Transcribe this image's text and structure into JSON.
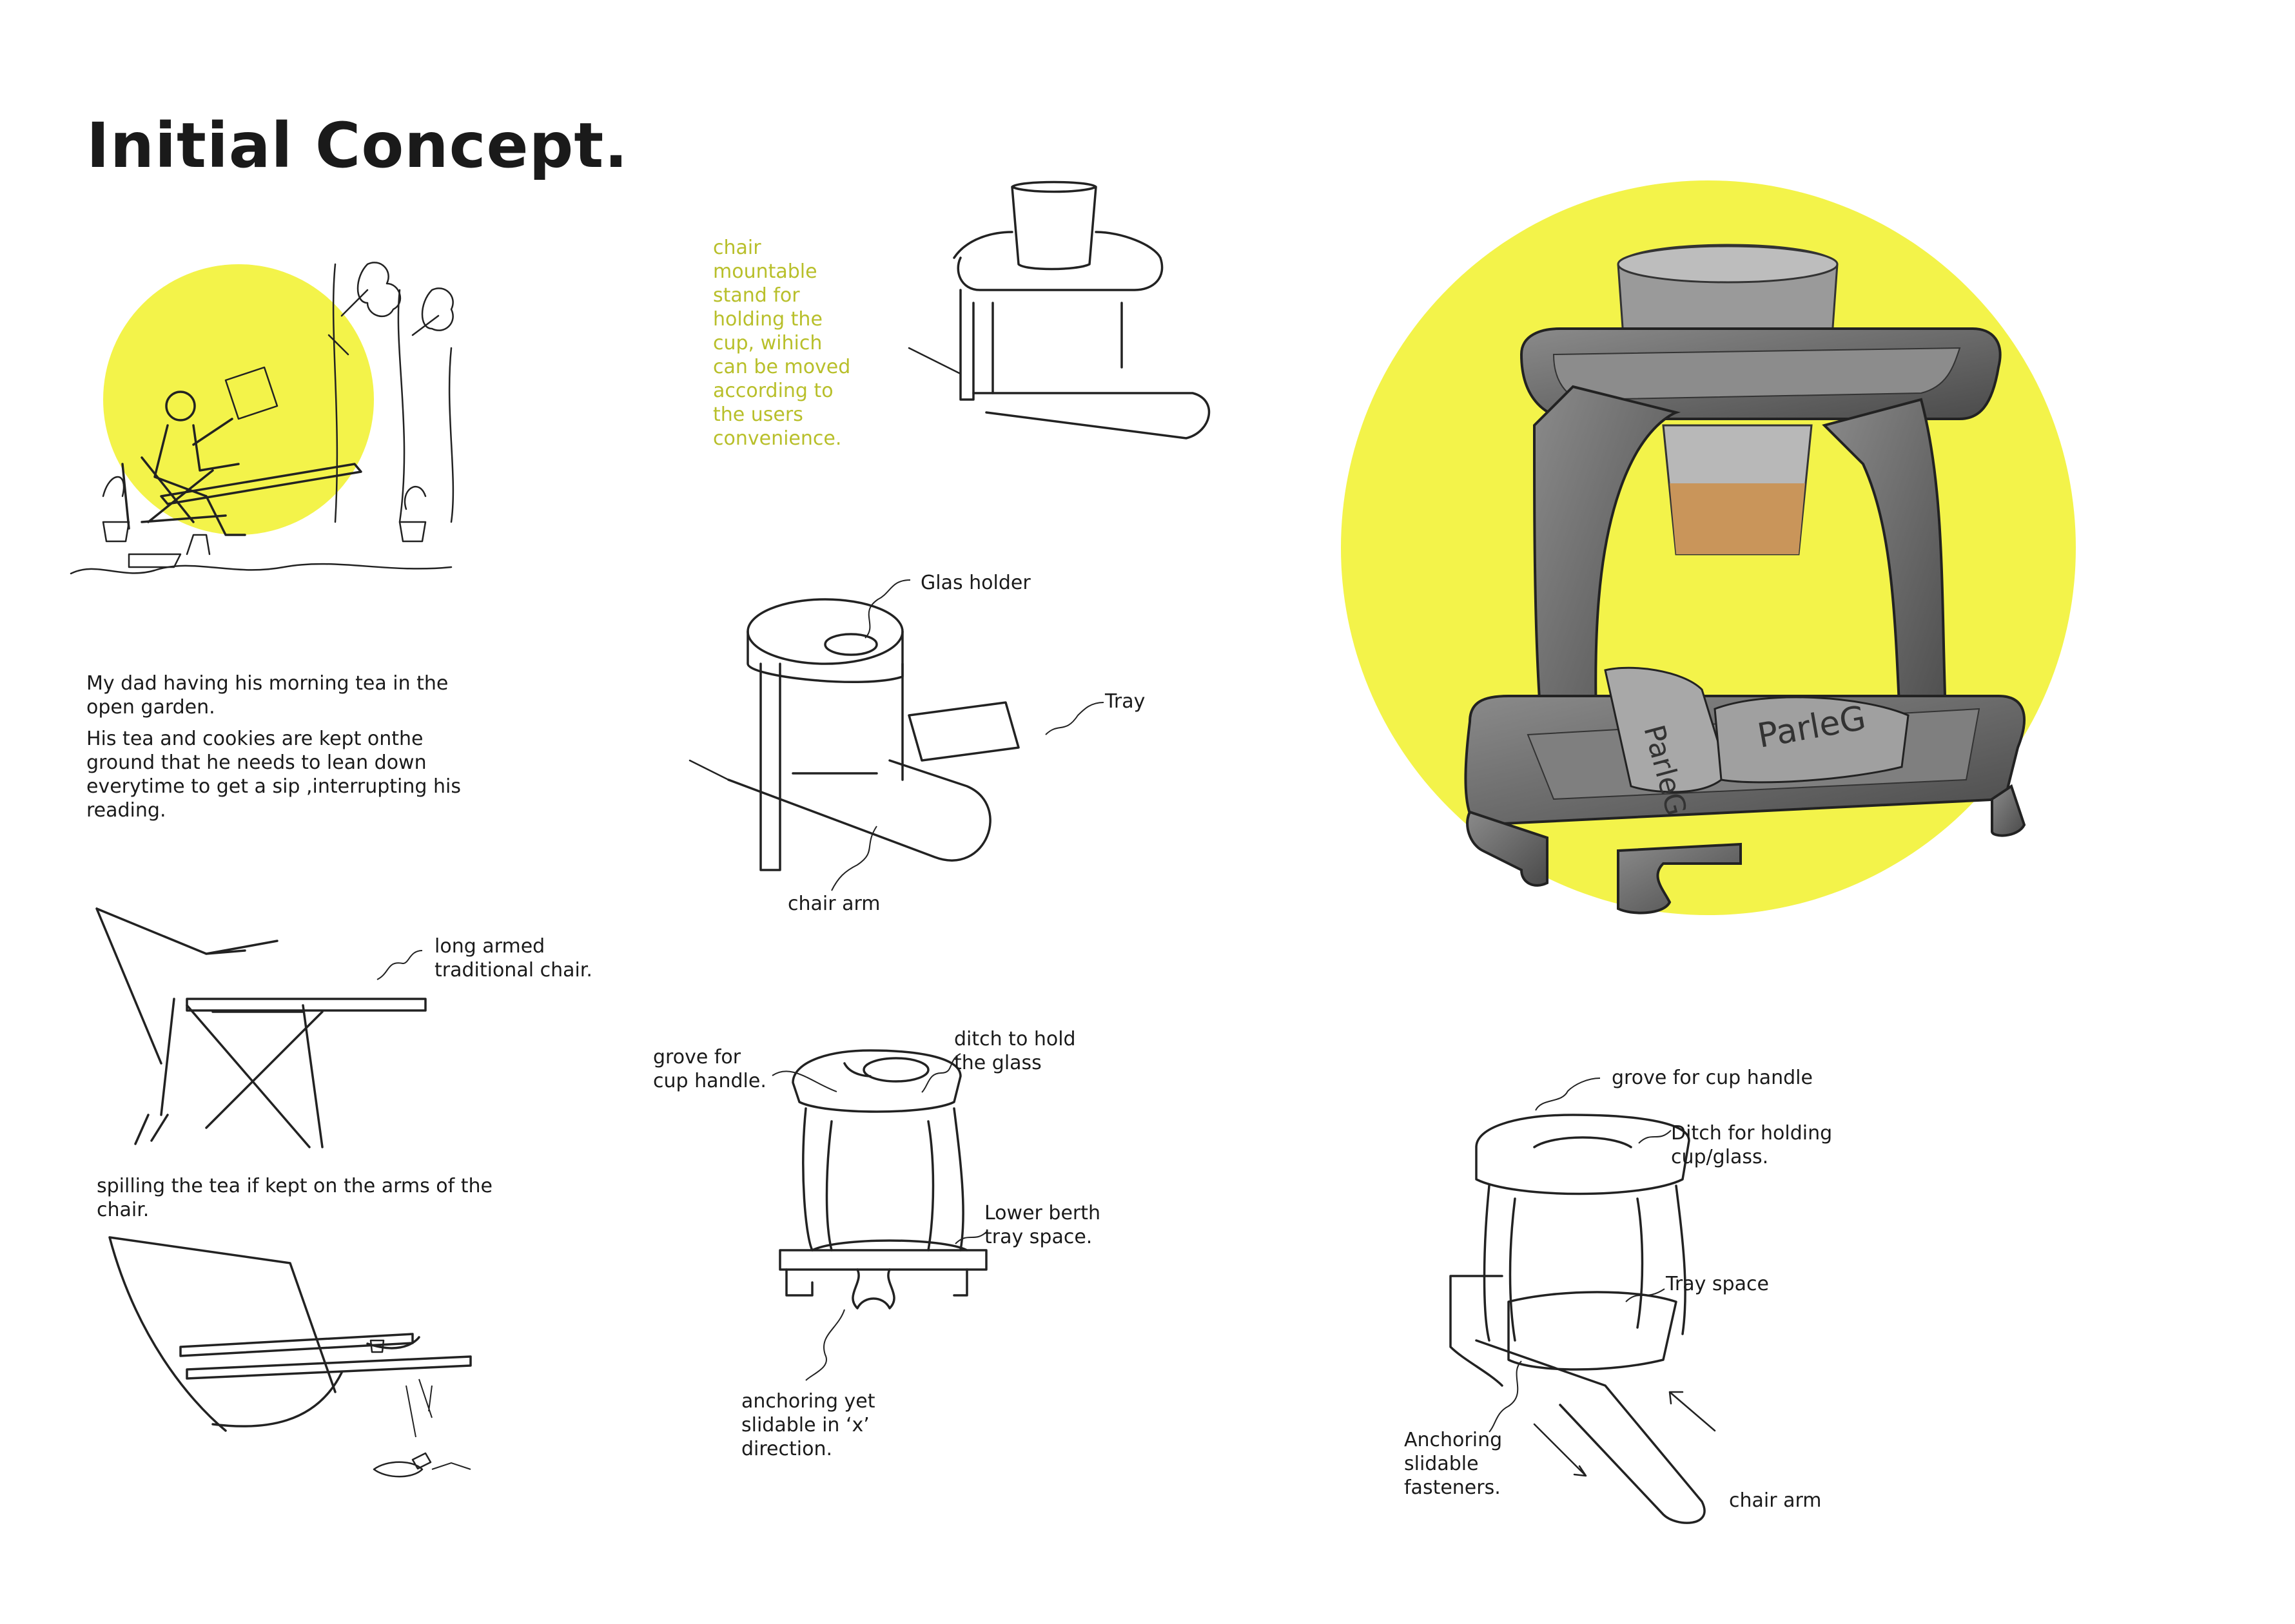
{
  "page": {
    "title": "Initial Concept."
  },
  "colors": {
    "accent_yellow": "#f3f34a",
    "annotation_olive": "#b8bf2a",
    "tea": "#c9955a",
    "pencil_gray": "#7a7a7a"
  },
  "intro": {
    "line1": "My dad having his morning tea in the",
    "line2": "open garden.",
    "p2_line1": "His tea and cookies are kept onthe",
    "p2_line2": "ground that he needs to lean down",
    "p2_line3": "everytime to get a sip ,interrupting his",
    "p2_line4": "reading."
  },
  "sketch1_note": [
    "chair",
    "mountable",
    "stand for",
    "holding the",
    "cup, wihich",
    "can be moved",
    "according to",
    "the users",
    "convenience."
  ],
  "sketch2_labels": {
    "glas_holder": "Glas holder",
    "tray": "Tray",
    "chair_arm": "chair arm"
  },
  "chair_note": {
    "line1": "long armed",
    "line2": "traditional chair."
  },
  "spill_note": {
    "line1": "spilling the tea if kept on the arms of the",
    "line2": "chair."
  },
  "sketch3_labels": {
    "grove_1": "grove for",
    "grove_2": "cup handle.",
    "ditch_1": "ditch to hold",
    "ditch_2": "the glass",
    "berth_1": "Lower berth",
    "berth_2": "tray space.",
    "anchor_1": "anchoring yet",
    "anchor_2": "slidable in ‘x’",
    "anchor_3": "direction."
  },
  "sketch4_labels": {
    "grove": "grove for cup handle",
    "ditch_1": "Ditch for holding",
    "ditch_2": "cup/glass.",
    "tray": "Tray space",
    "anchor_1": "Anchoring",
    "anchor_2": "slidable",
    "anchor_3": "fasteners.",
    "chair_arm": "chair arm"
  },
  "render": {
    "biscuit_1": "ParleG",
    "biscuit_2": "ParleG"
  }
}
